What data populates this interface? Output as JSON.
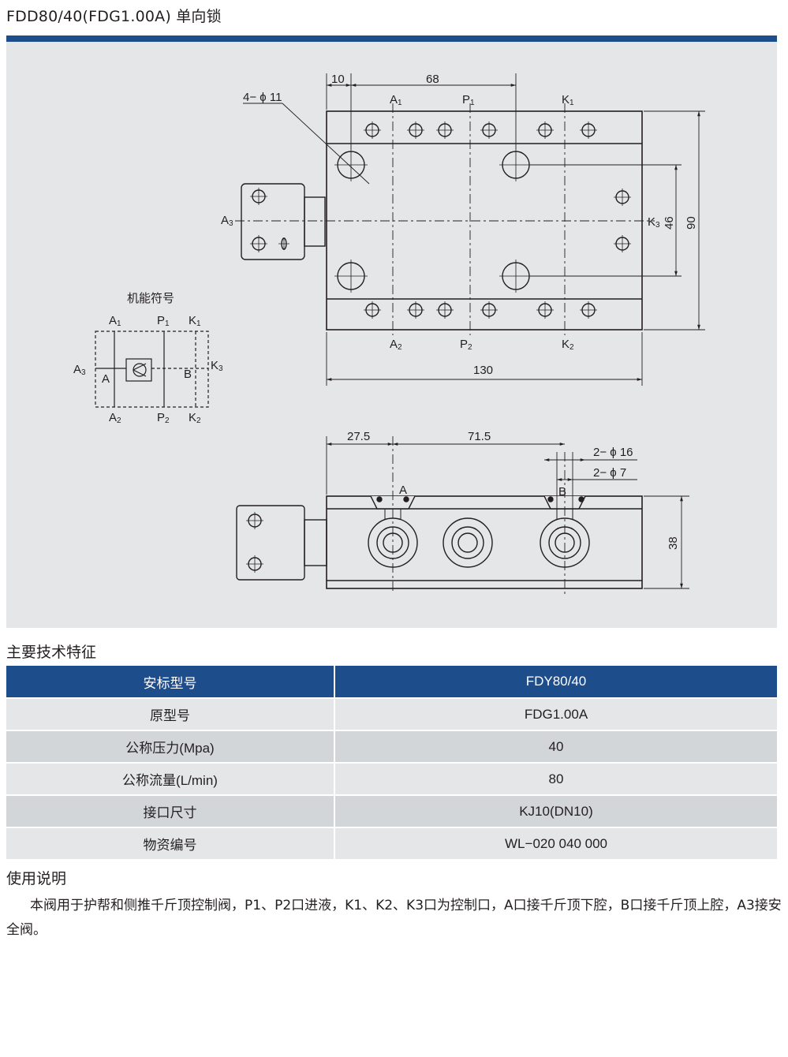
{
  "header": {
    "title": "FDD80/40(FDG1.00A) 单向锁"
  },
  "drawing": {
    "top_view": {
      "dims": {
        "d10": "10",
        "d68": "68",
        "d130": "130",
        "d90": "90",
        "d46": "46",
        "holes": "4− ϕ 11"
      },
      "ports": {
        "A1": "A",
        "P1": "P",
        "K1": "K",
        "A2": "A",
        "P2": "P",
        "K2": "K",
        "A3": "A",
        "K3": "K",
        "sub1": "1",
        "sub2": "2",
        "sub3": "3"
      }
    },
    "symbol": {
      "title": "机能符号",
      "A1": "A",
      "P1": "P",
      "K1": "K",
      "A2": "A",
      "P2": "P",
      "K2": "K",
      "A3": "A",
      "K3": "K",
      "A": "A",
      "B": "B",
      "sub1": "1",
      "sub2": "2",
      "sub3": "3"
    },
    "side_view": {
      "dims": {
        "d27_5": "27.5",
        "d71_5": "71.5",
        "d38": "38",
        "phi16": "2− ϕ 16",
        "phi7": "2− ϕ 7"
      },
      "labels": {
        "A": "A",
        "B": "B"
      }
    }
  },
  "specs": {
    "title": "主要技术特征",
    "header": [
      "安标型号",
      "FDY80/40"
    ],
    "rows": [
      [
        "原型号",
        "FDG1.00A"
      ],
      [
        "公称压力(Mpa)",
        "40"
      ],
      [
        "公称流量(L/min)",
        "80"
      ],
      [
        "接口尺寸",
        "KJ10(DN10)"
      ],
      [
        "物资编号",
        "WL−020 040 000"
      ]
    ]
  },
  "usage": {
    "title": "使用说明",
    "text": "本阀用于护帮和侧推千斤顶控制阀，P1、P2口进液，K1、K2、K3口为控制口，A口接千斤顶下腔，B口接千斤顶上腔，A3接安全阀。"
  },
  "colors": {
    "brand_blue": "#1e4d8c",
    "drawing_bg": "#e4e6e8",
    "row_light": "#e4e6e8",
    "row_dark": "#d3d6d9"
  }
}
